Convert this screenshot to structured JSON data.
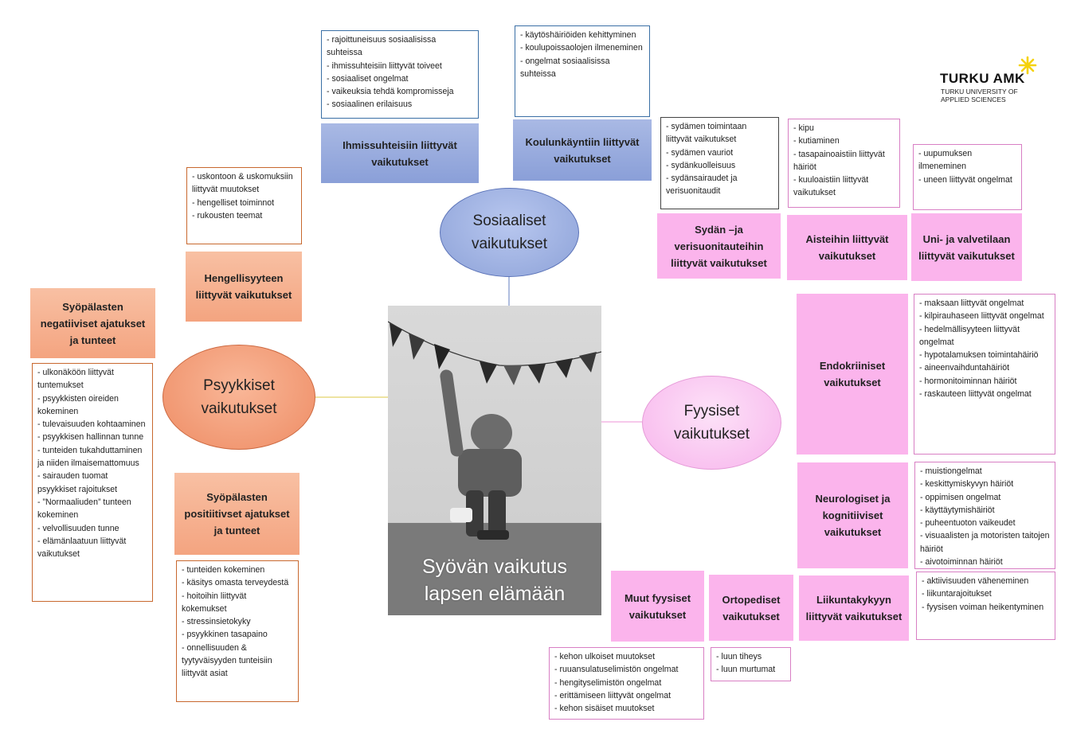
{
  "logo": {
    "name": "TURKU AMK",
    "sub1": "TURKU UNIVERSITY OF",
    "sub2": "APPLIED SCIENCES"
  },
  "center": {
    "title_line1": "Syövän vaikutus",
    "title_line2": "lapsen elämään"
  },
  "ellipses": {
    "social": [
      "Sosiaaliset",
      "vaikutukset"
    ],
    "psych": [
      "Psyykkiset",
      "vaikutukset"
    ],
    "physical": [
      "Fyysiset",
      "vaikutukset"
    ]
  },
  "labels": {
    "ihmissuhteet": "Ihmissuhteisiin liittyvät vaikutukset",
    "koulunkaynti": "Koulunkäyntiin liittyvät vaikutukset",
    "hengellisyys": "Hengellisyyteen liittyvät vaikutukset",
    "negatiiviset": "Syöpälasten negatiiviset ajatukset ja tunteet",
    "positiiviset": "Syöpälasten positiitivset ajatukset ja tunteet",
    "sydan": "Sydän –ja verisuonitauteihin liittyvät vaikutukset",
    "aisti": "Aisteihin liittyvät vaikutukset",
    "uni": "Uni- ja valvetilaan liittyvät vaikutukset",
    "endokriiniset": "Endokriiniset vaikutukset",
    "neuro": "Neurologiset ja kognitiiviset vaikutukset",
    "liikunta": "Liikuntakykyyn liittyvät vaikutukset",
    "ortopediset": "Ortopediset vaikutukset",
    "muut": "Muut fyysiset vaikutukset"
  },
  "lists": {
    "ihmissuhteet": [
      "rajoittuneisuus sosiaalisissa suhteissa",
      "ihmissuhteisiin liittyvät toiveet",
      "sosiaaliset ongelmat",
      "vaikeuksia tehdä kompromisseja",
      "sosiaalinen erilaisuus"
    ],
    "koulunkaynti": [
      "käytöshäiriöiden kehittyminen",
      "koulupoissaolojen ilmeneminen",
      "ongelmat sosiaalisissa suhteissa"
    ],
    "hengellisyys": [
      "uskontoon & uskomuksiin liittyvät muutokset",
      "hengelliset toiminnot",
      "rukousten teemat"
    ],
    "negatiiviset": [
      "ulkonäköön liittyvät tuntemukset",
      "psyykkisten oireiden kokeminen",
      "tulevaisuuden kohtaaminen",
      "psyykkisen hallinnan tunne",
      "tunteiden tukahduttaminen ja niiden ilmaisemattomuus",
      "sairauden tuomat psyykkiset rajoitukset",
      "”Normaaliuden” tunteen kokeminen",
      "velvollisuuden tunne",
      "elämänlaatuun liittyvät vaikutukset"
    ],
    "positiiviset": [
      "tunteiden kokeminen",
      "käsitys omasta terveydestä",
      "hoitoihin liittyvät kokemukset",
      "stressinsietokyky",
      "psyykkinen tasapaino",
      "onnellisuuden & tyytyväisyyden tunteisiin liittyvät asiat"
    ],
    "sydan": [
      "sydämen toimintaan liittyvät vaikutukset",
      "sydämen vauriot",
      "sydänkuolleisuus",
      "sydänsairaudet ja verisuonitaudit"
    ],
    "aisti": [
      "kipu",
      "kutiaminen",
      "tasapainoaistiin liittyvät häiriöt",
      "kuuloaistiin liittyvät vaikutukset"
    ],
    "uni": [
      "uupumuksen ilmeneminen",
      "uneen liittyvät ongelmat"
    ],
    "endokriiniset": [
      "maksaan liittyvät ongelmat",
      "kilpirauhaseen liittyvät ongelmat",
      "hedelmällisyyteen liittyvät ongelmat",
      "hypotalamuksen toimintahäiriö",
      "aineenvaihduntahäiriöt",
      "hormonitoiminnan häiriöt",
      "raskauteen liittyvät ongelmat"
    ],
    "neuro": [
      "muistiongelmat",
      "keskittymiskyvyn häiriöt",
      "oppimisen ongelmat",
      "käyttäytymishäiriöt",
      "puheentuoton vaikeudet",
      "visuaalisten ja motoristen taitojen häiriöt",
      "aivotoiminnan häiriöt"
    ],
    "liikunta": [
      "aktiivisuuden väheneminen",
      "liikuntarajoitukset",
      "fyysisen voiman heikentyminen"
    ],
    "ortopediset": [
      "luun tiheys",
      "luun murtumat"
    ],
    "muut": [
      "kehon ulkoiset muutokset",
      "ruuansulatuselimistön ongelmat",
      "hengityselimistön ongelmat",
      "erittämiseen liittyvät ongelmat",
      "kehon sisäiset muutokset"
    ]
  },
  "colors": {
    "blue_border": "#3a6fa5",
    "orange_border": "#c8682e",
    "pink_border": "#d87fc4",
    "blue_fill": "#8da2d8",
    "orange_fill": "#f4a480",
    "pink_fill": "#fbb4ec",
    "logo_star": "#f5d20a"
  }
}
